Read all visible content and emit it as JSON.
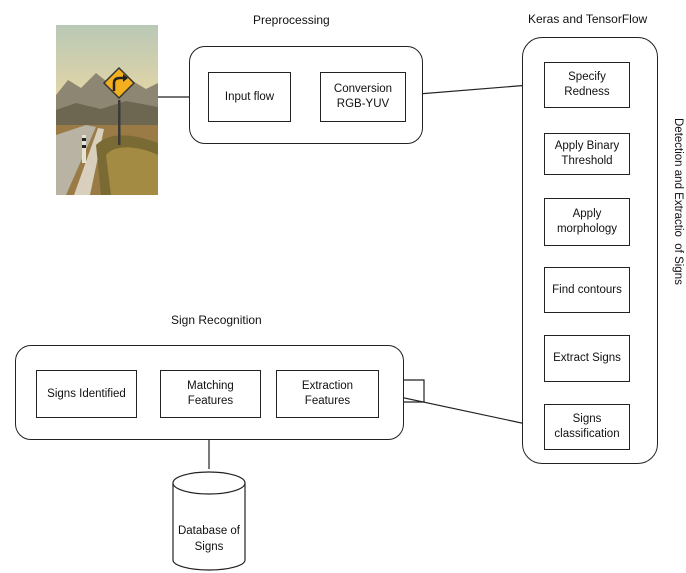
{
  "titles": {
    "preprocessing": "Preprocessing",
    "keras": "Keras and TensorFlow",
    "sign_recognition": "Sign Recognition",
    "detection_side": "Detection and Extractio  of Signs"
  },
  "preprocessing_boxes": {
    "input_flow": "Input flow",
    "conversion": "Conversion\nRGB-YUV"
  },
  "keras_steps": {
    "specify_redness": "Specify\nRedness",
    "binary_threshold": "Apply Binary\nThreshold",
    "morphology": "Apply\nmorphology",
    "find_contours": "Find contours",
    "extract_signs": "Extract Signs",
    "classification": "Signs\nclassification"
  },
  "recognition_boxes": {
    "signs_identified": "Signs Identified",
    "matching": "Matching\nFeatures",
    "extraction": "Extraction\nFeatures"
  },
  "database": "Database of\nSigns",
  "colors": {
    "line": "#222222",
    "sign": "#f2b01e",
    "sky_top": "#cfd6c2",
    "sky_bottom": "#e9cf8f",
    "mountains": "#7b7461",
    "ground": "#8a6a3a"
  }
}
